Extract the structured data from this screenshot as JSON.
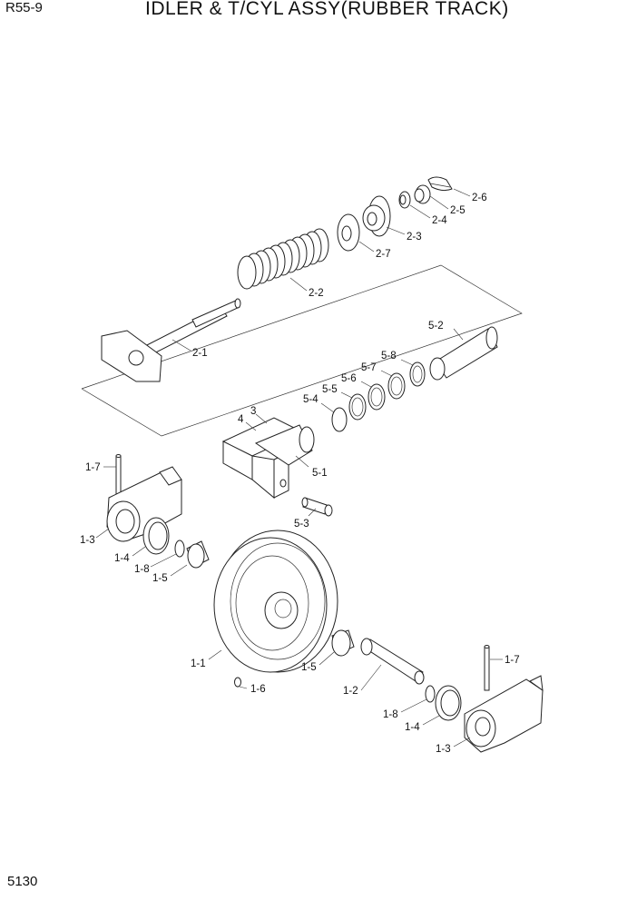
{
  "header": {
    "model": "R55-9",
    "title": "IDLER & T/CYL ASSY(RUBBER TRACK)"
  },
  "footer": {
    "page_number": "5130"
  },
  "labels": {
    "p2_6": "2-6",
    "p2_5": "2-5",
    "p2_4": "2-4",
    "p2_3": "2-3",
    "p2_7": "2-7",
    "p2_2": "2-2",
    "p2_1": "2-1",
    "p5_2": "5-2",
    "p5_8": "5-8",
    "p5_7": "5-7",
    "p5_6": "5-6",
    "p5_5": "5-5",
    "p5_4": "5-4",
    "p3": "3",
    "p4": "4",
    "p5_1": "5-1",
    "p5_3": "5-3",
    "p1_7a": "1-7",
    "p1_3a": "1-3",
    "p1_4a": "1-4",
    "p1_8a": "1-8",
    "p1_5a": "1-5",
    "p1_1": "1-1",
    "p1_6": "1-6",
    "p1_5b": "1-5",
    "p1_2": "1-2",
    "p1_8b": "1-8",
    "p1_4b": "1-4",
    "p1_3b": "1-3",
    "p1_7b": "1-7"
  }
}
